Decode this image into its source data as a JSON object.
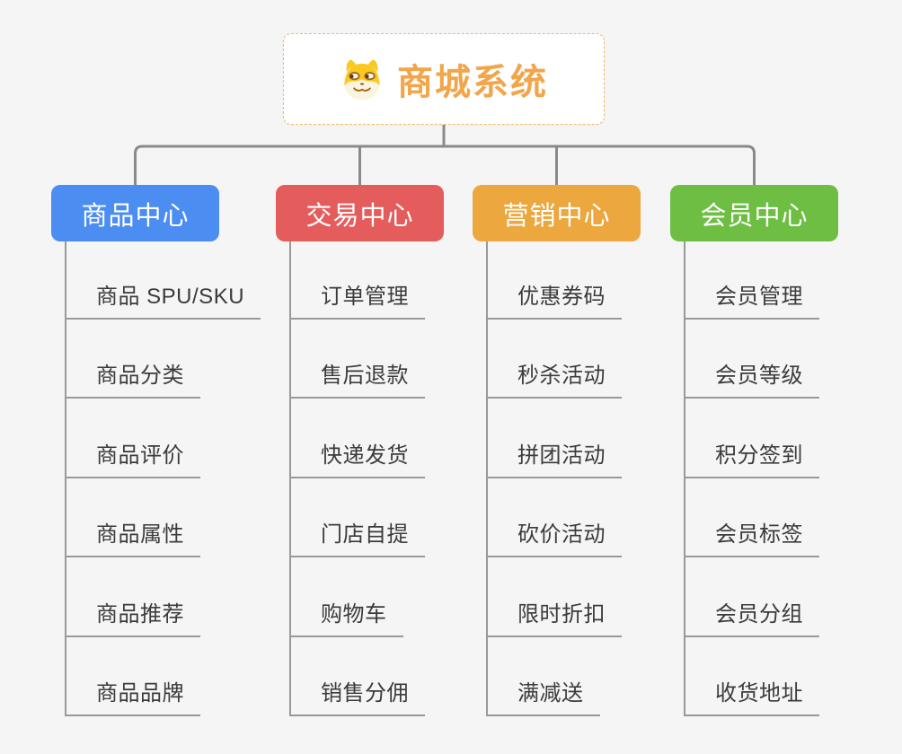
{
  "root": {
    "title": "商城系统",
    "icon": "shiba-dog-icon"
  },
  "colors": {
    "connector": "#8a8a8a",
    "leaf_line": "#999999",
    "root_text": "#f2a54a",
    "root_border": "#f0b863",
    "canvas_bg": "#f5f5f5",
    "leaf_text": "#3b3b3b"
  },
  "branches": [
    {
      "label": "商品中心",
      "color": "#4b8df0",
      "items": [
        "商品 SPU/SKU",
        "商品分类",
        "商品评价",
        "商品属性",
        "商品推荐",
        "商品品牌"
      ]
    },
    {
      "label": "交易中心",
      "color": "#e55c5c",
      "items": [
        "订单管理",
        "售后退款",
        "快递发货",
        "门店自提",
        "购物车",
        "销售分佣"
      ]
    },
    {
      "label": "营销中心",
      "color": "#eca73e",
      "items": [
        "优惠券码",
        "秒杀活动",
        "拼团活动",
        "砍价活动",
        "限时折扣",
        "满减送"
      ]
    },
    {
      "label": "会员中心",
      "color": "#6ebe43",
      "items": [
        "会员管理",
        "会员等级",
        "积分签到",
        "会员标签",
        "会员分组",
        "收货地址"
      ]
    }
  ]
}
